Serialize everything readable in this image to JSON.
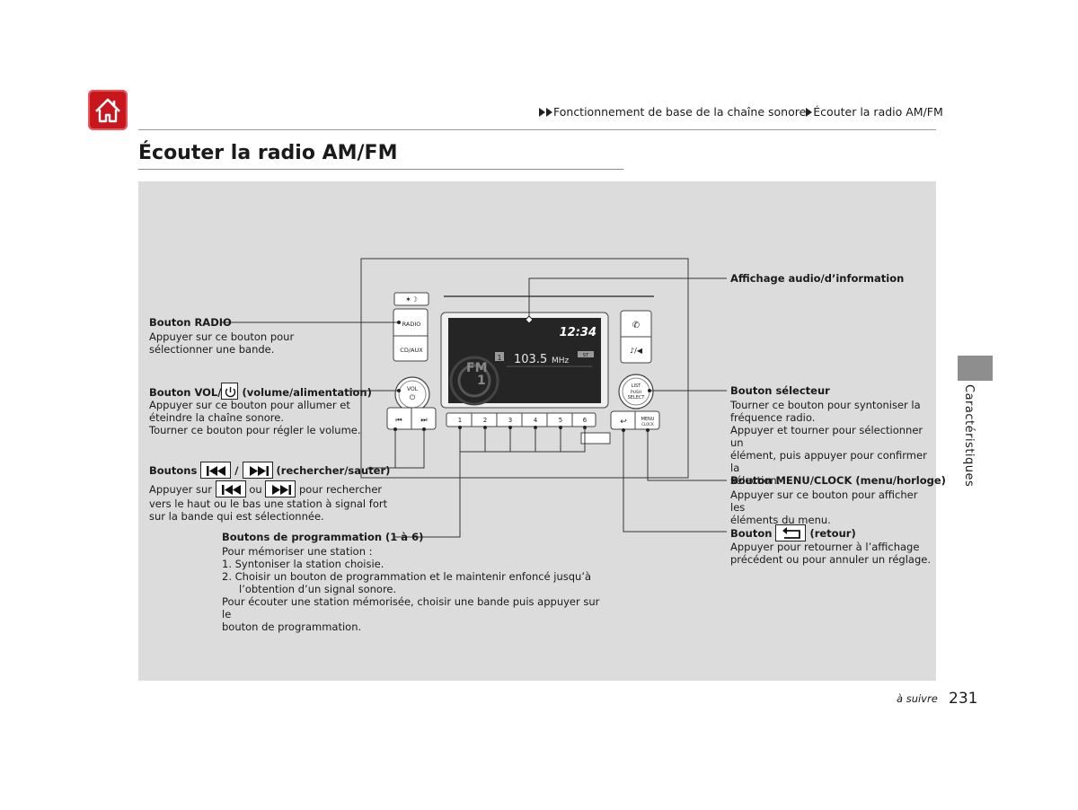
{
  "header": {
    "breadcrumb_1": "Fonctionnement de base de la chaîne sonore",
    "breadcrumb_2": "Écouter la radio AM/FM",
    "home_icon": "home-icon"
  },
  "page": {
    "title": "Écouter la radio AM/FM",
    "side_label": "Caractéristiques",
    "number": "231",
    "continue": "à suivre"
  },
  "device": {
    "time": "12:34",
    "frequency": "103.5",
    "unit": "MHz",
    "band": "FM",
    "band_sub": "1",
    "preset_indicator": "1",
    "st": "ST",
    "radio_label": "RADIO",
    "cdaux_label": "CD/AUX",
    "vol_label": "VOL",
    "list_label": "LIST",
    "push_label": "PUSH",
    "select_label": "SELECT",
    "menu_label": "MENU",
    "clock_label": "CLOCK",
    "presets": [
      "1",
      "2",
      "3",
      "4",
      "5",
      "6"
    ]
  },
  "callouts": {
    "radio_title": "Bouton RADIO",
    "radio_desc": [
      "Appuyer sur ce bouton pour",
      "sélectionner une bande."
    ],
    "vol_title_a": "Bouton VOL/",
    "vol_title_b": " (volume/alimentation)",
    "vol_desc": [
      "Appuyer sur ce bouton pour allumer et",
      "éteindre la chaîne sonore.",
      "Tourner ce bouton pour régler le volume."
    ],
    "seek_title_a": "Boutons ",
    "seek_title_sep": " / ",
    "seek_title_b": " (rechercher/sauter)",
    "seek_desc_a": "Appuyer sur ",
    "seek_desc_or": " ou ",
    "seek_desc_b": " pour rechercher",
    "seek_desc_lines": [
      "vers le haut ou le bas une station à signal fort",
      "sur la bande qui est sélectionnée."
    ],
    "preset_title": "Boutons de programmation (1 à 6)",
    "preset_intro": "Pour mémoriser une station :",
    "preset_step1": "1.  Syntoniser la station choisie.",
    "preset_step2a": "2.  Choisir un bouton de programmation et le maintenir enfoncé jusqu’à",
    "preset_step2b": "l’obtention d’un signal sonore.",
    "preset_outro": [
      "Pour écouter une station mémorisée, choisir une bande puis appuyer sur le",
      "bouton de programmation."
    ],
    "display_title": "Affichage audio/d’information",
    "selector_title": "Bouton sélecteur",
    "selector_desc": [
      "Tourner ce bouton pour syntoniser la",
      "fréquence radio.",
      "Appuyer et tourner pour sélectionner un",
      "élément, puis appuyer pour confirmer la",
      "sélection."
    ],
    "menu_title": "Bouton MENU/CLOCK (menu/horloge)",
    "menu_desc": [
      "Appuyer sur ce bouton pour afficher les",
      "éléments du menu."
    ],
    "back_title_a": "Bouton ",
    "back_title_b": " (retour)",
    "back_desc": [
      "Appuyer pour retourner à l’affichage",
      "précédent ou pour annuler un réglage."
    ]
  }
}
